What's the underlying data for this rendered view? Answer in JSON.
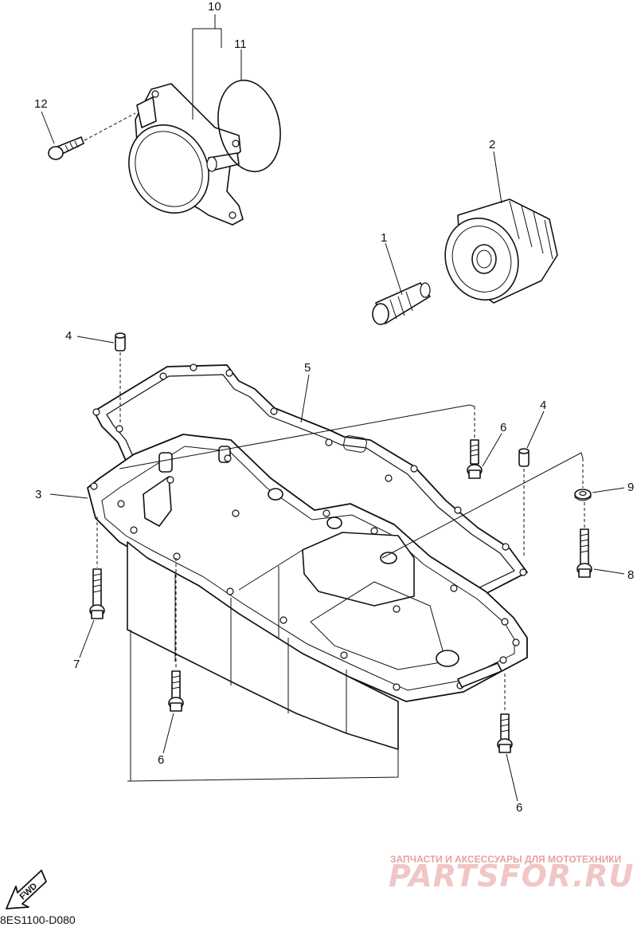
{
  "callouts": [
    "1",
    "2",
    "3",
    "4",
    "4",
    "5",
    "6",
    "6",
    "6",
    "7",
    "8",
    "9",
    "10",
    "11",
    "12"
  ],
  "drawing_code": "8ES1100-D080",
  "fwd_label": "FWD",
  "watermark": {
    "tagline": "ЗАПЧАСТИ И АКСЕССУАРЫ ДЛЯ МОТОТЕХНИКИ",
    "brand": "PARTSFOR.RU",
    "color": "#e9a3a3"
  }
}
